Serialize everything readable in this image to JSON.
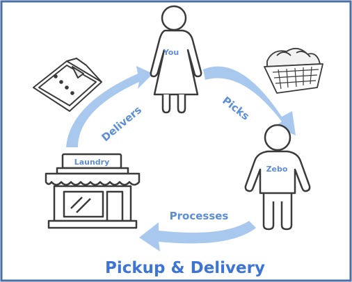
{
  "title": "Pickup & Delivery",
  "nodes": {
    "you": "You",
    "zebo": "Zebo",
    "laundry_sign": "Laundry"
  },
  "steps": {
    "picks": "Picks",
    "processes": "Processes",
    "delivers": "Delivers"
  },
  "colors": {
    "frame": "#4a6fa5",
    "arrow": "#a9c8ee",
    "arrow_label": "#5b8ed6",
    "title": "#3d74d6",
    "outline": "#3a3a3a"
  }
}
